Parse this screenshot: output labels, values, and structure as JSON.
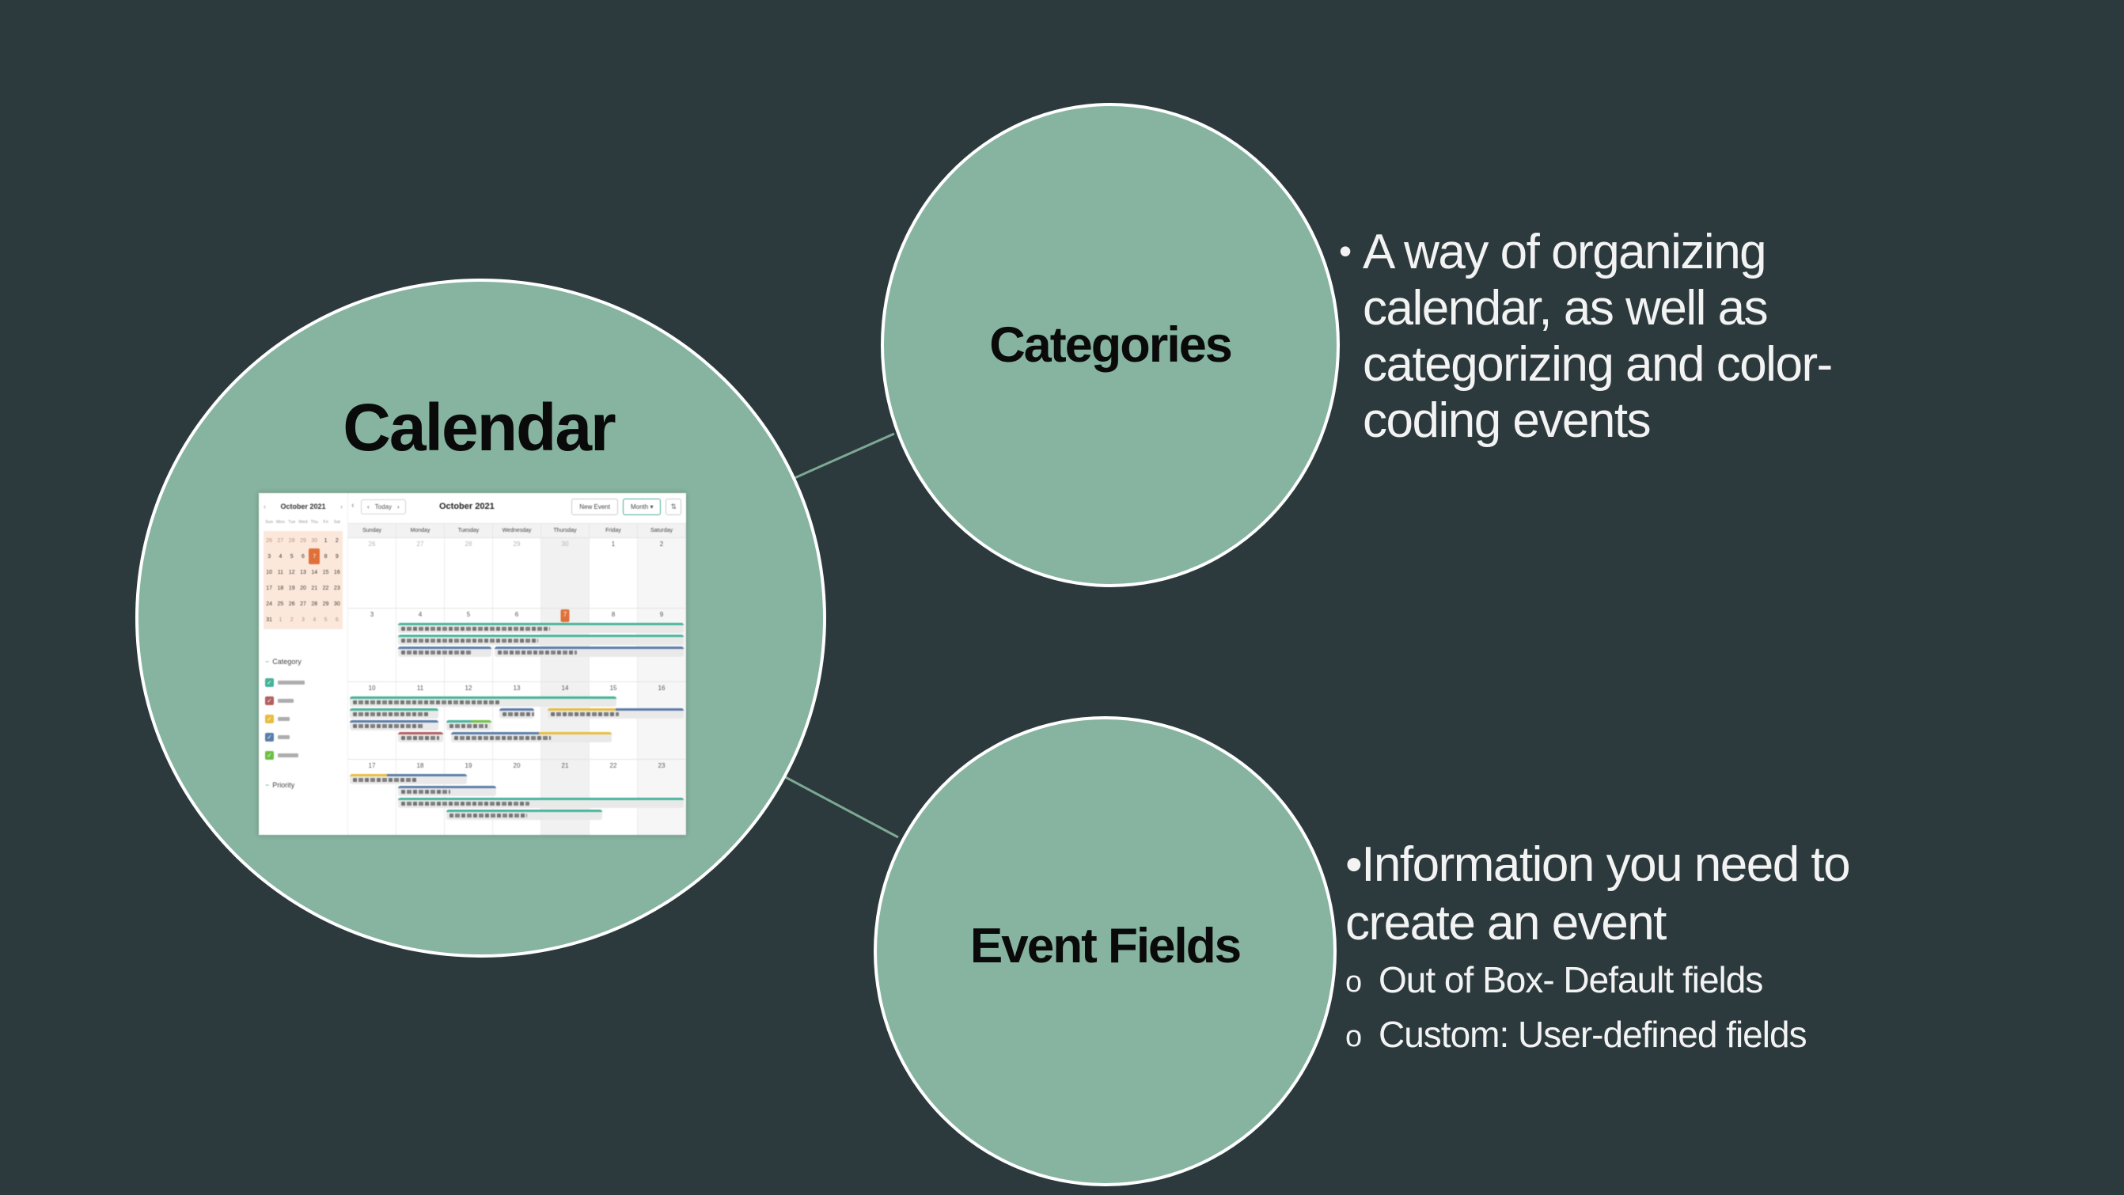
{
  "slide": {
    "background_color": "#2c3a3d",
    "circle_color": "#86b4a0",
    "connector_color": "#7da893"
  },
  "main_circle": {
    "title": "Calendar"
  },
  "categories_circle": {
    "label": "Categories"
  },
  "event_fields_circle": {
    "label": "Event Fields"
  },
  "categories_bullet": {
    "bullet": "•",
    "lines": [
      "A way of organizing",
      "calendar, as well as",
      "categorizing and color-",
      "coding events"
    ]
  },
  "event_fields_bullets": {
    "main_lines": [
      "•Information you need to",
      "create an event"
    ],
    "sub_items": [
      {
        "marker": "o",
        "text": "Out of Box- Default fields"
      },
      {
        "marker": "o",
        "text": "Custom: User-defined fields"
      }
    ]
  },
  "calendar_app": {
    "toolbar": {
      "collapse_icon": "‹",
      "prev_icon": "‹",
      "today_label": "Today",
      "next_icon": "›",
      "title": "October 2021",
      "new_event_label": "New Event",
      "view_label": "Month",
      "view_caret": "▾",
      "sort_icon": "⇅"
    },
    "mini": {
      "header": "October 2021",
      "prev_icon": "‹",
      "next_icon": "›",
      "day_abbrevs": [
        "Sun",
        "Mon",
        "Tue",
        "Wed",
        "Thu",
        "Fri",
        "Sat"
      ],
      "rows": [
        [
          "26",
          "27",
          "28",
          "29",
          "30",
          "1",
          "2"
        ],
        [
          "3",
          "4",
          "5",
          "6",
          "7",
          "8",
          "9"
        ],
        [
          "10",
          "11",
          "12",
          "13",
          "14",
          "15",
          "16"
        ],
        [
          "17",
          "18",
          "19",
          "20",
          "21",
          "22",
          "23"
        ],
        [
          "24",
          "25",
          "26",
          "27",
          "28",
          "29",
          "30"
        ],
        [
          "31",
          "1",
          "2",
          "3",
          "4",
          "5",
          "6"
        ]
      ],
      "muted": [
        [
          1,
          1,
          1,
          1,
          1,
          0,
          0
        ],
        [
          0,
          0,
          0,
          0,
          0,
          0,
          0
        ],
        [
          0,
          0,
          0,
          0,
          0,
          0,
          0
        ],
        [
          0,
          0,
          0,
          0,
          0,
          0,
          0
        ],
        [
          0,
          0,
          0,
          0,
          0,
          0,
          0
        ],
        [
          0,
          1,
          1,
          1,
          1,
          1,
          1
        ]
      ],
      "today_row": 1,
      "today_col": 4
    },
    "sidebar": {
      "category_label": "Category",
      "priority_label": "Priority",
      "section_dash": "−",
      "check_glyph": "✓",
      "checkboxes": [
        {
          "color": "#45b39a",
          "label_width": 34
        },
        {
          "color": "#b25f5f",
          "label_width": 20
        },
        {
          "color": "#e8bc3f",
          "label_width": 15
        },
        {
          "color": "#5a7ca8",
          "label_width": 15
        },
        {
          "color": "#6cbf45",
          "label_width": 26
        }
      ]
    },
    "day_headers": [
      "Sunday",
      "Monday",
      "Tuesday",
      "Wednesday",
      "Thursday",
      "Friday",
      "Saturday"
    ],
    "bar_colors": {
      "teal": "#45b39a",
      "blue": "#5a7ca8",
      "yellow": "#e8bc3f",
      "red": "#b25f5f",
      "green": "#6cbf45"
    },
    "shaded_columns": {
      "4": "shade1",
      "6": "shade2"
    },
    "weeks": [
      {
        "h": 88,
        "dates": [
          "26",
          "27",
          "28",
          "29",
          "30",
          "1",
          "2"
        ],
        "muted": [
          1,
          1,
          1,
          1,
          1,
          0,
          0
        ],
        "bars": []
      },
      {
        "h": 92,
        "dates": [
          "3",
          "4",
          "5",
          "6",
          "7",
          "8",
          "9"
        ],
        "muted": [
          0,
          0,
          0,
          0,
          0,
          0,
          0
        ],
        "today_col": 4,
        "bars": [
          {
            "r": 0,
            "s": 1,
            "e": 7,
            "seg": [
              [
                "teal",
                1
              ]
            ],
            "tw": 0.52
          },
          {
            "r": 1,
            "s": 1,
            "e": 7,
            "seg": [
              [
                "teal",
                1
              ]
            ],
            "tw": 0.48
          },
          {
            "r": 2,
            "s": 1,
            "e": 3,
            "seg": [
              [
                "blue",
                1
              ]
            ],
            "tw": 0.75
          },
          {
            "r": 2,
            "s": 3,
            "e": 7,
            "seg": [
              [
                "blue",
                1
              ]
            ],
            "tw": 0.42
          }
        ]
      },
      {
        "h": 97,
        "dates": [
          "10",
          "11",
          "12",
          "13",
          "14",
          "15",
          "16"
        ],
        "muted": [
          0,
          0,
          0,
          0,
          0,
          0,
          0
        ],
        "bars": [
          {
            "r": 0,
            "s": 0,
            "e": 5.6,
            "seg": [
              [
                "teal",
                1
              ]
            ],
            "tw": 0.55
          },
          {
            "r": 1,
            "s": 0,
            "e": 1.9,
            "seg": [
              [
                "teal",
                1
              ]
            ],
            "tw": 0.85
          },
          {
            "r": 1,
            "s": 3.1,
            "e": 3.9,
            "seg": [
              [
                "blue",
                1
              ]
            ],
            "tw": 0.9
          },
          {
            "r": 1,
            "s": 4.1,
            "e": 7,
            "seg": [
              [
                "yellow",
                0.5
              ],
              [
                "blue",
                0.5
              ]
            ],
            "tw": 0.5
          },
          {
            "r": 2,
            "s": 0,
            "e": 1.9,
            "seg": [
              [
                "blue",
                1
              ]
            ],
            "tw": 0.8
          },
          {
            "r": 2,
            "s": 2,
            "e": 3,
            "seg": [
              [
                "teal",
                0.55
              ],
              [
                "green",
                0.45
              ]
            ],
            "tw": 0.85
          },
          {
            "r": 3,
            "s": 1,
            "e": 2,
            "seg": [
              [
                "red",
                1
              ]
            ],
            "tw": 0.85
          },
          {
            "r": 3,
            "s": 2.1,
            "e": 5.5,
            "seg": [
              [
                "blue",
                0.55
              ],
              [
                "yellow",
                0.45
              ]
            ],
            "tw": 0.6
          }
        ]
      },
      {
        "h": 99,
        "dates": [
          "17",
          "18",
          "19",
          "20",
          "21",
          "22",
          "23"
        ],
        "muted": [
          0,
          0,
          0,
          0,
          0,
          0,
          0
        ],
        "bars": [
          {
            "r": 0,
            "s": 0,
            "e": 2.5,
            "seg": [
              [
                "yellow",
                0.32
              ],
              [
                "blue",
                0.68
              ]
            ],
            "tw": 0.55
          },
          {
            "r": 1,
            "s": 1,
            "e": 3.1,
            "seg": [
              [
                "blue",
                1
              ]
            ],
            "tw": 0.5
          },
          {
            "r": 2,
            "s": 1,
            "e": 7,
            "seg": [
              [
                "teal",
                1
              ]
            ],
            "tw": 0.45
          },
          {
            "r": 3,
            "s": 2,
            "e": 5.3,
            "seg": [
              [
                "teal",
                1
              ]
            ],
            "tw": 0.5
          }
        ]
      }
    ]
  }
}
